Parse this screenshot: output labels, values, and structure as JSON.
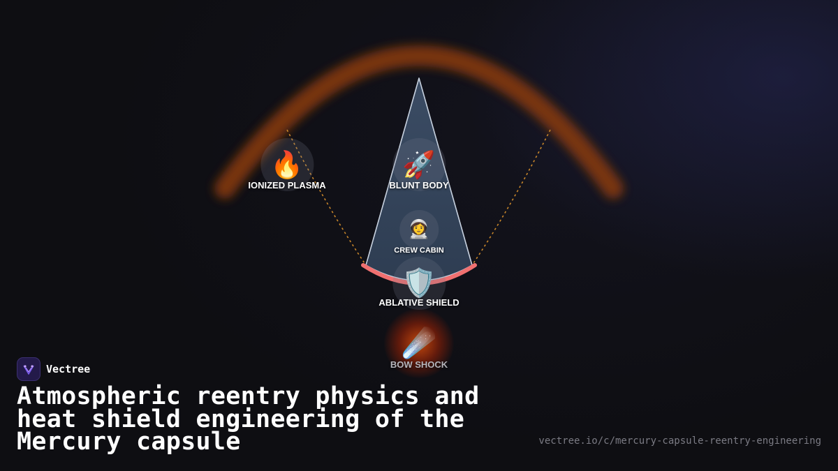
{
  "brand": {
    "name": "Vectree",
    "logo_icon": "vectree-logo-icon",
    "logo_color": "#7a5cf0"
  },
  "title": "Atmospheric reentry physics and heat shield engineering of the Mercury capsule",
  "url": "vectree.io/c/mercury-capsule-reentry-engineering",
  "diagram": {
    "nodes": [
      {
        "id": "plasma",
        "label": "IONIZED PLASMA",
        "icon": "fire-icon",
        "glyph": "🔥"
      },
      {
        "id": "blunt",
        "label": "BLUNT BODY",
        "icon": "rocket-icon",
        "glyph": "🚀"
      },
      {
        "id": "cabin",
        "label": "CREW CABIN",
        "icon": "astronaut-icon",
        "glyph": "👩‍🚀"
      },
      {
        "id": "shield",
        "label": "ABLATIVE SHIELD",
        "icon": "shield-icon",
        "glyph": "🛡️"
      },
      {
        "id": "bowshock",
        "label": "BOW SHOCK",
        "icon": "comet-icon",
        "glyph": "☄️"
      }
    ],
    "colors": {
      "plasma_arc": "#8a3a10",
      "capsule_fill": "#34445a",
      "capsule_stroke": "#c8d2e0",
      "heat_shield": "#f07070",
      "shock_lines": "#c8862a",
      "background": "#0e0e12"
    }
  }
}
